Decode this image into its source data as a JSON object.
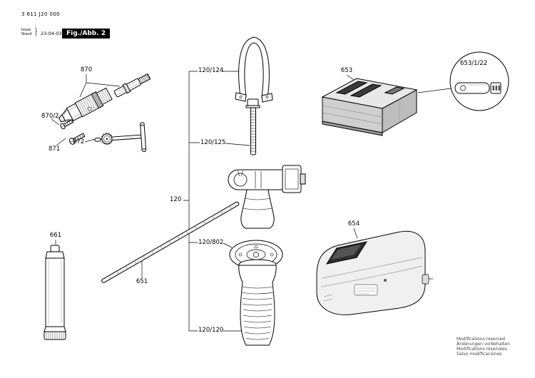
{
  "title_block": {
    "part_number": "3 611 J20 000",
    "issue_line1": "Issue",
    "issue_line2": "Stand",
    "brace": "}",
    "date": "23-04-03",
    "figure_label": "Fig./Abb. 2"
  },
  "parts": {
    "chuck": "870",
    "chuck_screw": "870/2",
    "screw": "871",
    "chuck_key": "872",
    "grease_tube": "661",
    "rod": "651",
    "handle": "120",
    "handle_strap": "120/124",
    "handle_bolt": "120/125",
    "handle_flange": "120/802",
    "handle_grip": "120/120",
    "battery": "653",
    "battery_detail": "653/1/22",
    "charger": "654"
  },
  "footer": {
    "lines": [
      "Modifications reserved",
      "Änderungen vorbehalten",
      "Modifications réservées",
      "Salvo modificaciones"
    ]
  },
  "colors": {
    "line": "#000000",
    "figure_box_bg": "#000000",
    "figure_box_text": "#ffffff",
    "shade_light": "#e8e8e8",
    "shade_mid": "#c8c8c8",
    "shade_dark": "#3a3a3a"
  }
}
